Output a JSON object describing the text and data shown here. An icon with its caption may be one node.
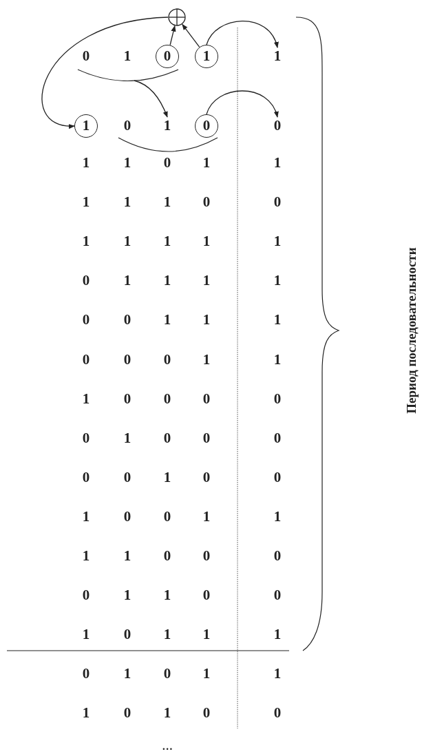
{
  "diagram": {
    "nodes": [
      {
        "text": [],
        "shape": "circle"
      },
      {
        "text": [
          "0"
        ]
      },
      {
        "text": [
          "1"
        ]
      },
      {
        "text": [
          "1"
        ]
      },
      {
        "text": [
          "1"
        ]
      },
      {
        "text": [
          "1"
        ]
      },
      {
        "text": [
          "0"
        ]
      },
      {
        "text": [
          "0"
        ]
      },
      {
        "text": [],
        "shape": "bracket"
      }
    ],
    "edges": [
      {
        "from": 1,
        "to": 0,
        "arrow": "to"
      },
      {
        "from": 2,
        "to": 0,
        "arrow": "to"
      },
      {
        "from": 2,
        "to": 3,
        "arrow": "to"
      },
      {
        "from": 0,
        "to": 4,
        "arrow": "to"
      },
      {
        "from": 8,
        "to": 5,
        "arrow": "to"
      },
      {
        "from": 6,
        "to": 7,
        "arrow": "to"
      }
    ],
    "labels": [
      "0",
      "1",
      "0",
      "1",
      "1",
      "0",
      "1",
      "1",
      "1",
      "1",
      "1",
      "0",
      "0",
      "1",
      "1",
      "1",
      "1",
      "1",
      "0",
      "1",
      "1",
      "1",
      "1",
      "0",
      "0",
      "1",
      "1",
      "1",
      "0",
      "0",
      "0",
      "1",
      "1",
      "1",
      "0",
      "0",
      "0",
      "0",
      "0",
      "1",
      "0",
      "0",
      "0",
      "0",
      "0",
      "1",
      "0",
      "0",
      "1",
      "0",
      "0",
      "1",
      "1",
      "1",
      "1",
      "0",
      "0",
      "0",
      "0",
      "1",
      "1",
      "0",
      "0",
      "1",
      "0",
      "1",
      "1",
      "1",
      "0",
      "1",
      "0",
      "1",
      "1",
      "1",
      "0",
      "1",
      "0",
      "0",
      "...",
      "Период последовательности"
    ]
  }
}
